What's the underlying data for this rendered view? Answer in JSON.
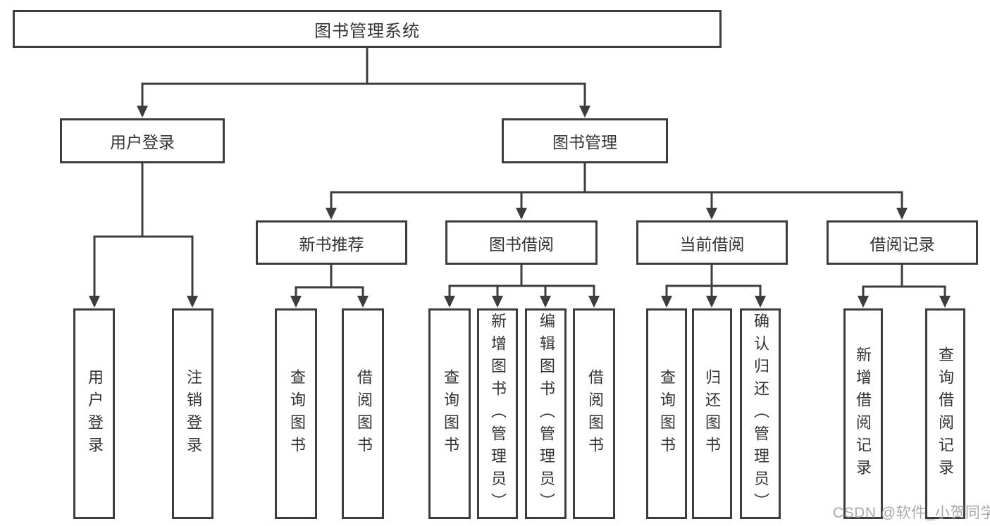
{
  "colors": {
    "line": "#3d3d3d",
    "text": "#333333",
    "watermark": "#9e9e9e",
    "node_fill": "#ffffff"
  },
  "tree": {
    "root": "图书管理系统",
    "branches": [
      {
        "label": "用户登录",
        "leaves": [
          "用户登录",
          "注销登录"
        ]
      },
      {
        "label": "图书管理",
        "sections": [
          {
            "label": "新书推荐",
            "leaves": [
              "查询图书",
              "借阅图书"
            ]
          },
          {
            "label": "图书借阅",
            "leaves": [
              "查询图书",
              "新增图书（管理员）",
              "编辑图书（管理员）",
              "借阅图书"
            ]
          },
          {
            "label": "当前借阅",
            "leaves": [
              "查询图书",
              "归还图书",
              "确认归还（管理员）"
            ]
          },
          {
            "label": "借阅记录",
            "leaves": [
              "新增借阅记录",
              "查询借阅记录"
            ]
          }
        ]
      }
    ]
  },
  "watermark": "CSDN @软件_小贺同学"
}
